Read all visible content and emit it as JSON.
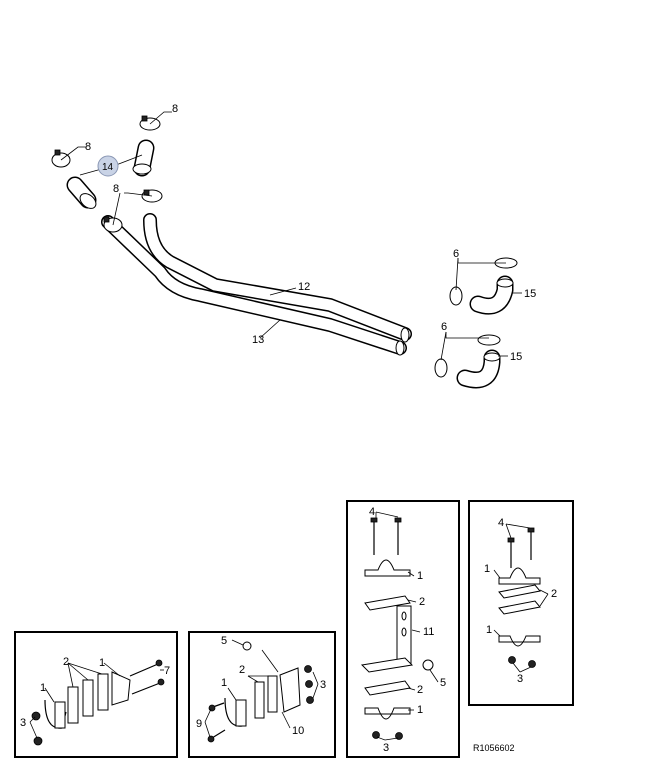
{
  "callouts": {
    "c8a": "8",
    "c8b": "8",
    "c8c": "8",
    "c14": "14",
    "c12": "12",
    "c13": "13",
    "c6a": "6",
    "c6b": "6",
    "c15a": "15",
    "c15b": "15",
    "b1_2": "2",
    "b1_1a": "1",
    "b1_7": "7",
    "b1_1b": "1",
    "b1_3": "3",
    "b2_5": "5",
    "b2_2": "2",
    "b2_1": "1",
    "b2_3": "3",
    "b2_9": "9",
    "b2_10": "10",
    "b3_4": "4",
    "b3_1a": "1",
    "b3_2a": "2",
    "b3_11": "11",
    "b3_5": "5",
    "b3_2b": "2",
    "b3_1b": "1",
    "b3_3": "3",
    "b4_4": "4",
    "b4_1a": "1",
    "b4_2": "2",
    "b4_1b": "1",
    "b4_3": "3"
  },
  "reference_code": "R1056602",
  "colors": {
    "highlight_callout": "#c9d3e6",
    "line": "#000000",
    "background": "#ffffff"
  }
}
